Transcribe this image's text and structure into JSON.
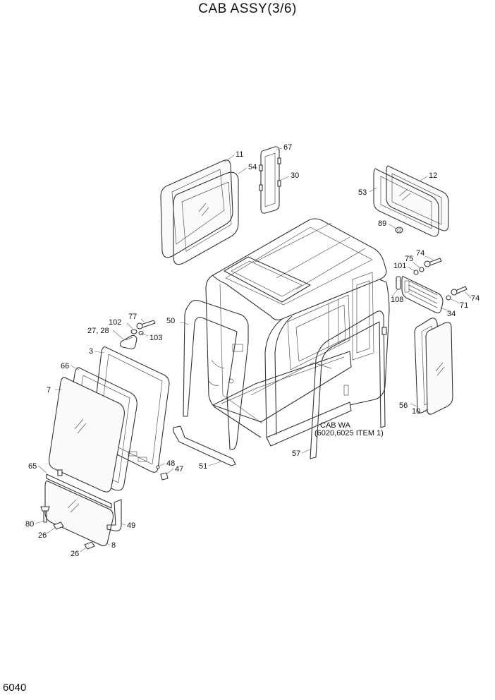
{
  "title": "CAB ASSY(3/6)",
  "page_number": "6040",
  "note": {
    "line1": "CAB WA",
    "line2": "(6020,6025 ITEM 1)"
  },
  "callouts": {
    "c11": "11",
    "c54": "54",
    "c67": "67",
    "c30": "30",
    "c12": "12",
    "c53": "53",
    "c89": "89",
    "c74a": "74",
    "c75": "75",
    "c101": "101",
    "c108": "108",
    "c74b": "74",
    "c71": "71",
    "c34": "34",
    "c77": "77",
    "c102": "102",
    "c2728": "27, 28",
    "c103": "103",
    "c50": "50",
    "c3": "3",
    "c66": "66",
    "c7": "7",
    "c48": "48",
    "c47": "47",
    "c51": "51",
    "c57": "57",
    "c56": "56",
    "c10": "10",
    "c65": "65",
    "c80": "80",
    "c26a": "26",
    "c49": "49",
    "c8": "8",
    "c26b": "26"
  }
}
